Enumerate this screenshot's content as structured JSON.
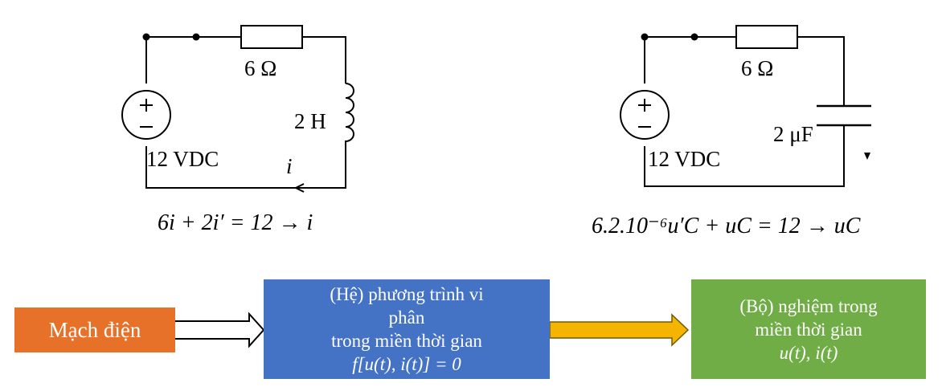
{
  "colors": {
    "box_mach": "#e8712a",
    "box_pt": "#4472c4",
    "box_ng": "#70ad47",
    "arrow_gold": "#f5b400",
    "wire": "#000000"
  },
  "circuit_rl": {
    "resistor_label": "6 Ω",
    "inductor_label": "2 H",
    "source_label": "12 VDC",
    "current_label": "i",
    "equation": "6i + 2i′ = 12 → i"
  },
  "circuit_rc": {
    "resistor_label": "6 Ω",
    "capacitor_label": "2 μF",
    "source_label": "12 VDC",
    "equation": "6.2.10⁻⁶u′C + uC = 12 → uC"
  },
  "flow": {
    "box1": "Mạch điện",
    "box2_line1": "(Hệ) phương trình vi",
    "box2_line2": "phân",
    "box2_line3": "trong miền thời gian",
    "box2_formula": "f[u(t), i(t)] = 0",
    "box3_line1": "(Bộ) nghiệm trong",
    "box3_line2": "miền thời gian",
    "box3_formula": "u(t), i(t)"
  }
}
